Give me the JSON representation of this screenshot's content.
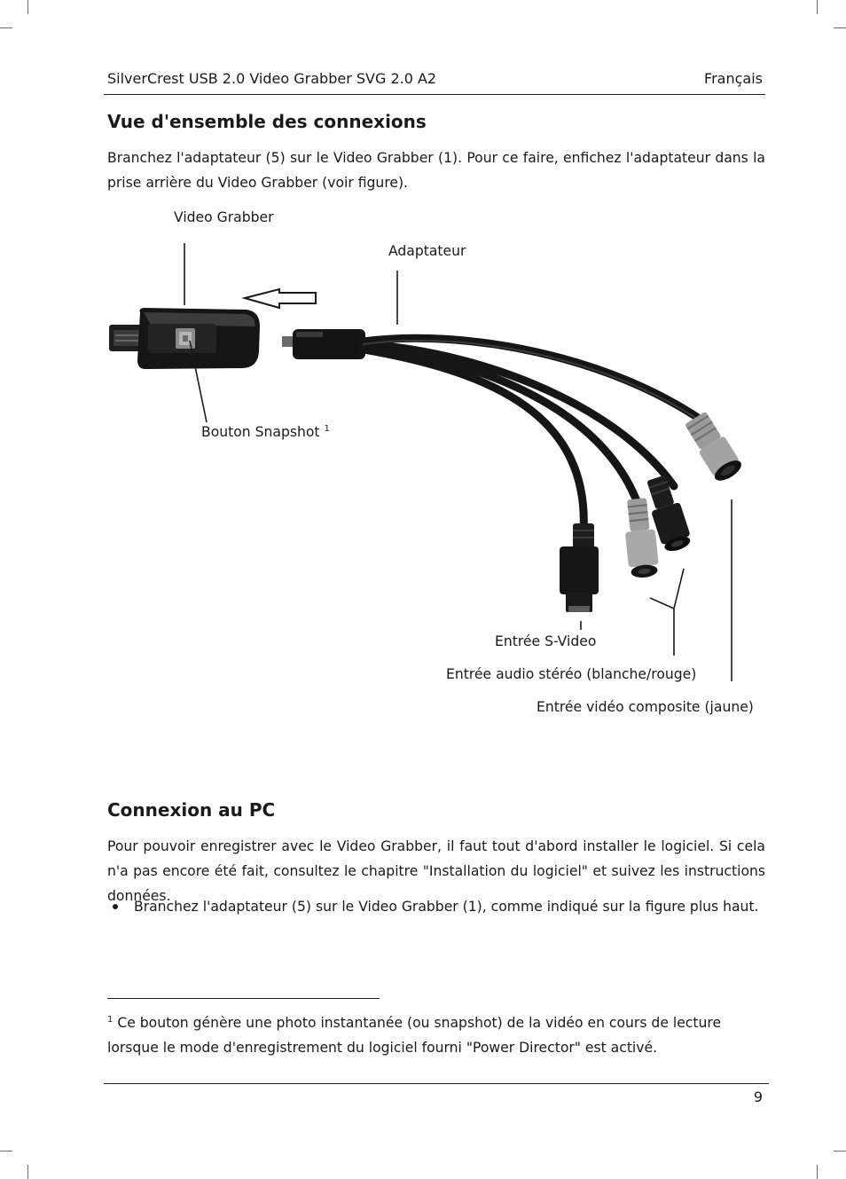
{
  "header": {
    "title": "SilverCrest USB 2.0 Video Grabber SVG 2.0 A2",
    "language": "Français"
  },
  "section1": {
    "heading": "Vue d'ensemble des connexions",
    "intro": "Branchez l'adaptateur (5) sur le Video Grabber (1). Pour ce faire, enfichez l'adaptateur dans la prise arrière du Video Grabber (voir figure)."
  },
  "figure": {
    "label_grabber": "Video Grabber",
    "label_adapter": "Adaptateur",
    "label_snapshot": "Bouton Snapshot",
    "label_snapshot_footnote_mark": "1",
    "label_svideo": "Entrée S-Video",
    "label_audio": "Entrée audio stéréo (blanche/rouge)",
    "label_composite": "Entrée vidéo composite (jaune)"
  },
  "section2": {
    "heading": "Connexion au PC",
    "intro": "Pour pouvoir enregistrer avec le Video Grabber, il faut tout d'abord installer le logiciel. Si cela n'a pas encore été fait, consultez le chapitre \"Installation du logiciel\" et suivez les instructions données.",
    "bullets": [
      "Branchez l'adaptateur (5) sur le Video Grabber (1), comme indiqué sur la figure plus haut."
    ]
  },
  "footnote": {
    "mark": "1",
    "text": "Ce bouton génère une photo instantanée (ou snapshot) de la vidéo en cours de lecture lorsque le mode d'enregistrement du logiciel fourni \"Power Director\" est activé."
  },
  "footer": {
    "page_number": "9"
  }
}
